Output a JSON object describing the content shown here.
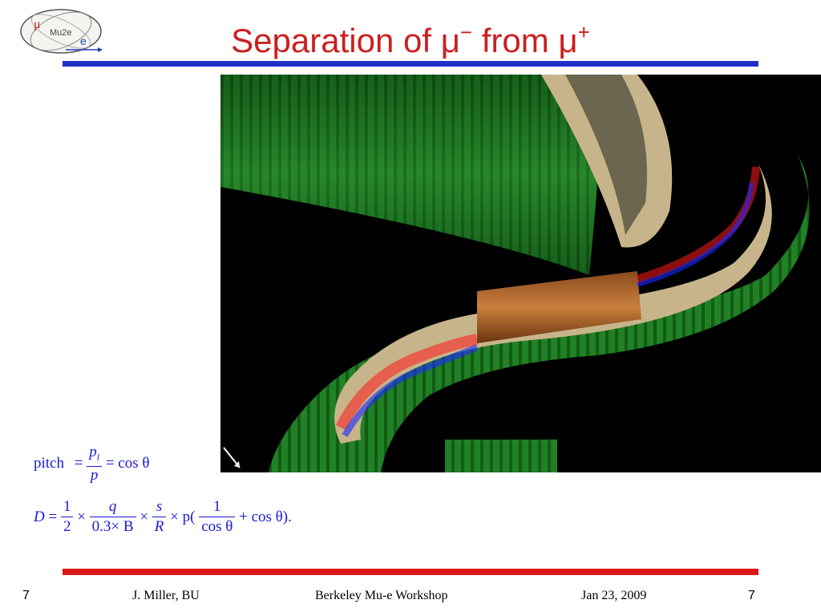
{
  "colors": {
    "title": "#cc1f1f",
    "top_rule": "#2230c8",
    "bottom_rule": "#d81818",
    "equation": "#1a1ad6",
    "figure_background": "#000000",
    "coil_green": "#1e7a1e",
    "cryostat_tan": "#c8b48a",
    "bore_copper": "#b36a2e",
    "track_red": "#ff1a1a",
    "track_blue": "#1a2aff"
  },
  "logo": {
    "text_mu": "μ",
    "text_center": "Mu2e",
    "text_e": "e",
    "icon": "mu2e-logo-icon"
  },
  "title": {
    "text_prefix": "Separation of μ",
    "sup_minus": "−",
    "text_middle": " from μ",
    "sup_plus": "+"
  },
  "figure": {
    "icon": "transport-solenoid-tracks-render"
  },
  "equation_pitch": {
    "label": "pitch",
    "eq1": "=",
    "num": "p",
    "num_sub": "l",
    "den": "p",
    "eq2": "=",
    "rhs": "cos θ"
  },
  "equation_d": {
    "lhs": "D",
    "eq": "=",
    "f1_num": "1",
    "f1_den": "2",
    "times1": "×",
    "f2_num": "q",
    "f2_den": "0.3× B",
    "times2": "×",
    "f3_num": "s",
    "f3_den": "R",
    "times3": "×",
    "p_open": "p(",
    "f4_num": "1",
    "f4_den": "cos θ",
    "tail": "+ cos θ)."
  },
  "footer": {
    "slide_num_left": "7",
    "author": "J. Miller, BU",
    "event": "Berkeley Mu-e Workshop",
    "date": "Jan 23, 2009",
    "slide_num_right": "7"
  }
}
